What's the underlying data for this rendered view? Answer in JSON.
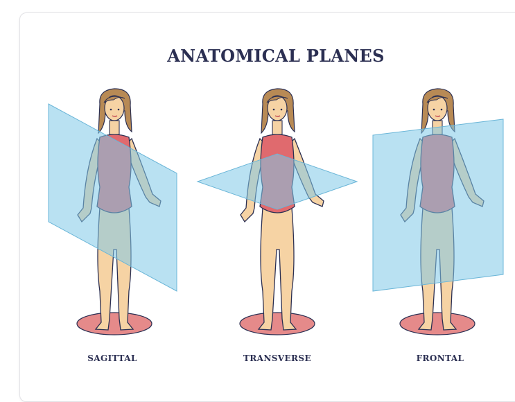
{
  "title": "ANATOMICAL PLANES",
  "planes": [
    {
      "label": "SAGITTAL"
    },
    {
      "label": "TRANSVERSE"
    },
    {
      "label": "FRONTAL"
    }
  ],
  "colors": {
    "title_text": "#2b2f52",
    "skin": "#f6d3a4",
    "swimsuit": "#e06a6e",
    "hair": "#b88a55",
    "plane": "#7fc8e8",
    "floor_disk": "#e58a8a"
  }
}
